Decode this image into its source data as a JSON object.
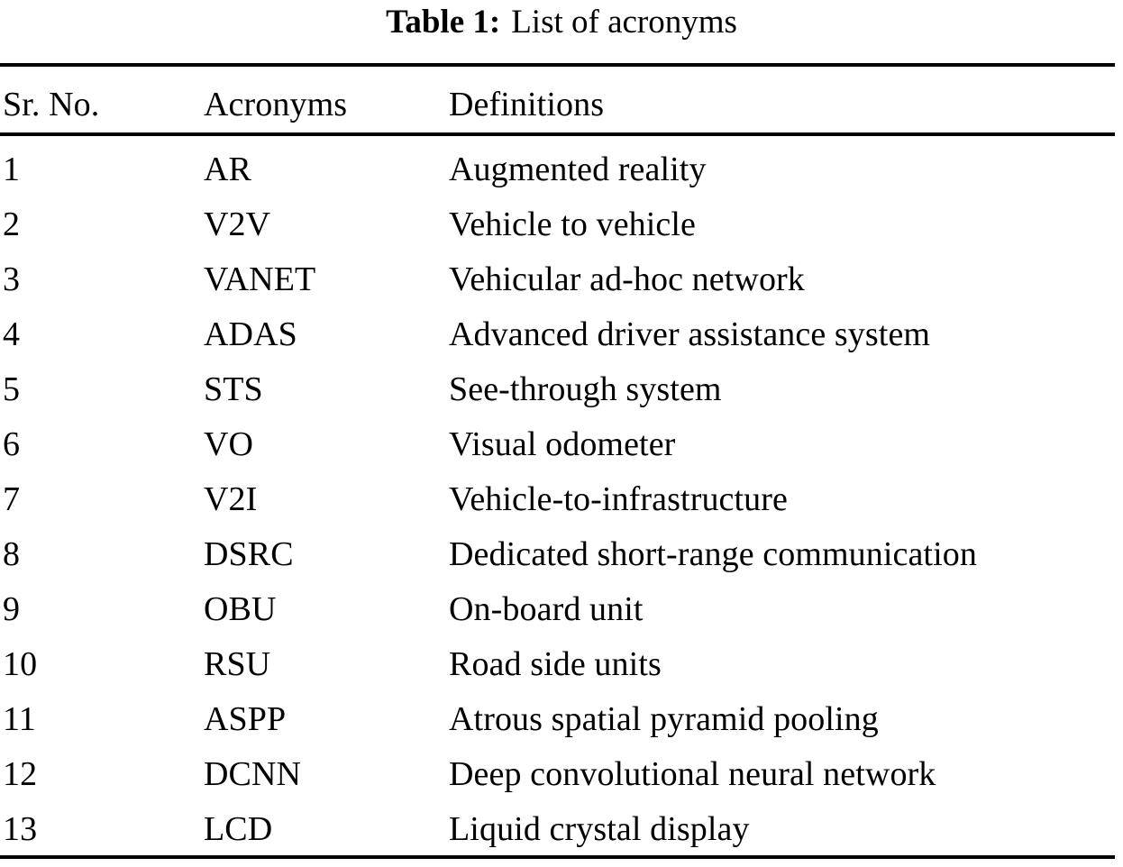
{
  "caption": {
    "label": "Table 1:",
    "text": "List of acronyms"
  },
  "colors": {
    "text": "#000000",
    "rule": "#000000",
    "background": "#ffffff"
  },
  "table": {
    "columns": [
      {
        "key": "sr",
        "header": "Sr. No."
      },
      {
        "key": "acr",
        "header": "Acronyms"
      },
      {
        "key": "def",
        "header": "Definitions"
      }
    ],
    "rows": [
      {
        "sr": "1",
        "acr": "AR",
        "def": "Augmented reality"
      },
      {
        "sr": "2",
        "acr": "V2V",
        "def": "Vehicle to vehicle"
      },
      {
        "sr": "3",
        "acr": "VANET",
        "def": "Vehicular ad-hoc network"
      },
      {
        "sr": "4",
        "acr": "ADAS",
        "def": "Advanced driver assistance system"
      },
      {
        "sr": "5",
        "acr": "STS",
        "def": "See-through system"
      },
      {
        "sr": "6",
        "acr": "VO",
        "def": "Visual odometer"
      },
      {
        "sr": "7",
        "acr": "V2I",
        "def": "Vehicle-to-infrastructure"
      },
      {
        "sr": "8",
        "acr": "DSRC",
        "def": "Dedicated short-range communication"
      },
      {
        "sr": "9",
        "acr": "OBU",
        "def": "On-board unit"
      },
      {
        "sr": "10",
        "acr": "RSU",
        "def": "Road side units"
      },
      {
        "sr": "11",
        "acr": "ASPP",
        "def": "Atrous spatial pyramid pooling"
      },
      {
        "sr": "12",
        "acr": "DCNN",
        "def": "Deep convolutional neural network"
      },
      {
        "sr": "13",
        "acr": "LCD",
        "def": "Liquid crystal display"
      }
    ]
  }
}
